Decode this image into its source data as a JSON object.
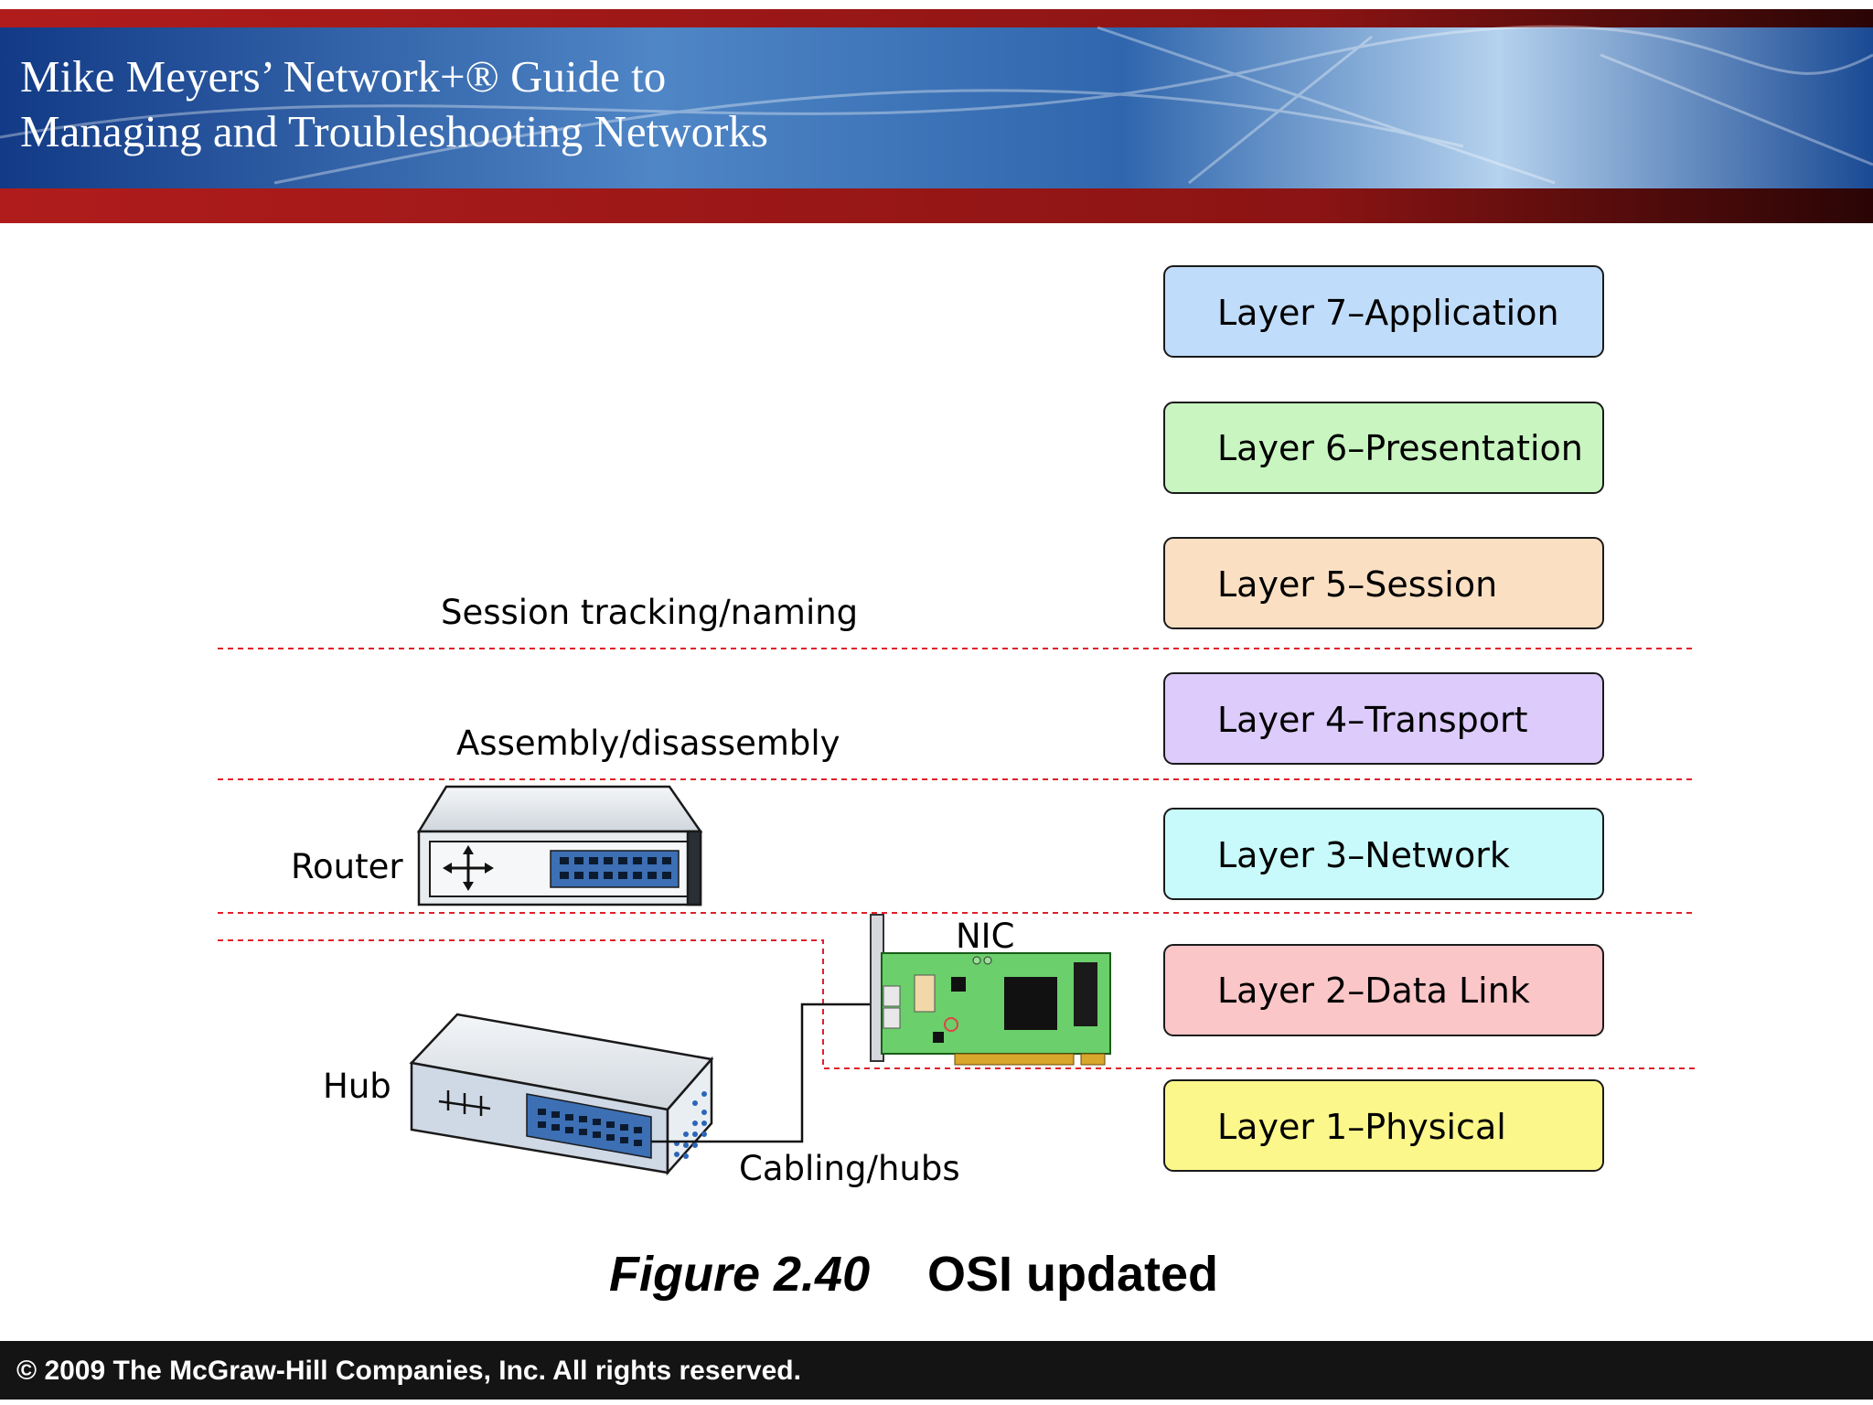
{
  "banner": {
    "title_line1": "Mike Meyers’ Network+® Guide to",
    "title_line2": "Managing and Troubleshooting Networks"
  },
  "layers": [
    {
      "label": "Layer 7–Application",
      "color": "#bfdcfa"
    },
    {
      "label": "Layer 6–Presentation",
      "color": "#c8f5c0"
    },
    {
      "label": "Layer 5–Session",
      "color": "#fbdfc2"
    },
    {
      "label": "Layer 4–Transport",
      "color": "#dccbfb"
    },
    {
      "label": "Layer 3–Network",
      "color": "#c8fafb"
    },
    {
      "label": "Layer 2–Data Link",
      "color": "#fbc6c8"
    },
    {
      "label": "Layer 1–Physical",
      "color": "#fbf78a"
    }
  ],
  "annotations": {
    "session": "Session tracking/naming",
    "assembly": "Assembly/disassembly",
    "router": "Router",
    "nic": "NIC",
    "hub": "Hub",
    "cabling": "Cabling/hubs"
  },
  "caption": {
    "figure": "Figure 2.40",
    "title": "OSI updated"
  },
  "footer": {
    "copyright": "© 2009 The McGraw-Hill Companies, Inc. All rights reserved."
  },
  "colors": {
    "divider": "#e0202a",
    "banner_red": "#a31818",
    "footer_bg": "#141414"
  }
}
